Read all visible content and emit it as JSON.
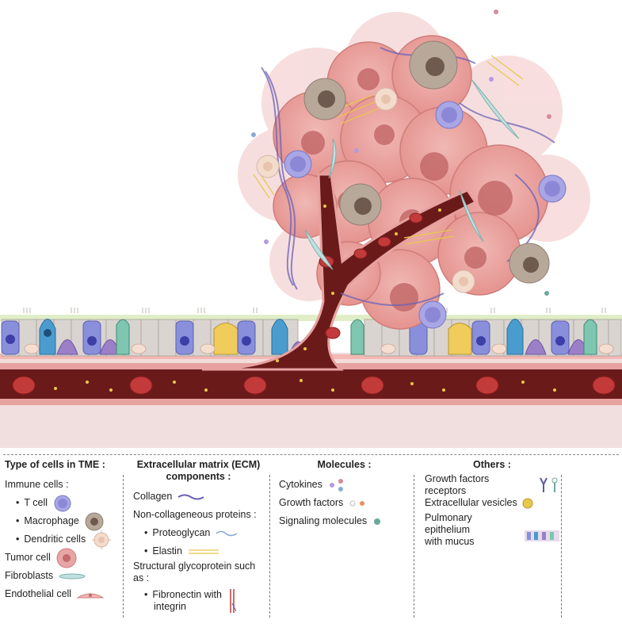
{
  "legend": {
    "col1": {
      "title": "Type of cells in TME :",
      "immune_label": "Immune cells :",
      "t_cell": "T cell",
      "macrophage": "Macrophage",
      "dendritic": "Dendritic cells",
      "tumor": "Tumor cell",
      "fibroblasts": "Fibroblasts",
      "endothelial": "Endothelial cell"
    },
    "col2": {
      "title_line1": "Extracellular matrix (ECM)",
      "title_line2": "components :",
      "collagen": "Collagen",
      "noncollagen": "Non-collageneous proteins :",
      "proteoglycan": "Proteoglycan",
      "elastin": "Elastin",
      "structural_line1": "Structural glycoprotein such",
      "structural_line2": "as :",
      "fibronectin_line1": "Fibronectin with",
      "fibronectin_line2": "integrin"
    },
    "col3": {
      "title": "Molecules :",
      "cytokines": "Cytokines",
      "growth_factors": "Growth factors",
      "signaling": "Signaling molecules"
    },
    "col4": {
      "title": "Others :",
      "gf_receptors": "Growth factors receptors",
      "vesicles": "Extracellular vesicles",
      "pulmonary_line1": "Pulmonary epithelium",
      "pulmonary_line2": "with mucus"
    }
  },
  "colors": {
    "tumor": "#e8a5a5",
    "tumor_nucleus": "#c46a6a",
    "vessel": "#6b1a1a",
    "rbc": "#c33a3a",
    "t_cell": "#a9a6e6",
    "macrophage": "#b8a89a",
    "dendritic": "#f3dccc",
    "collagen": "#6a62b8",
    "elastin": "#e8c84a",
    "tissue": "#f2dede"
  }
}
